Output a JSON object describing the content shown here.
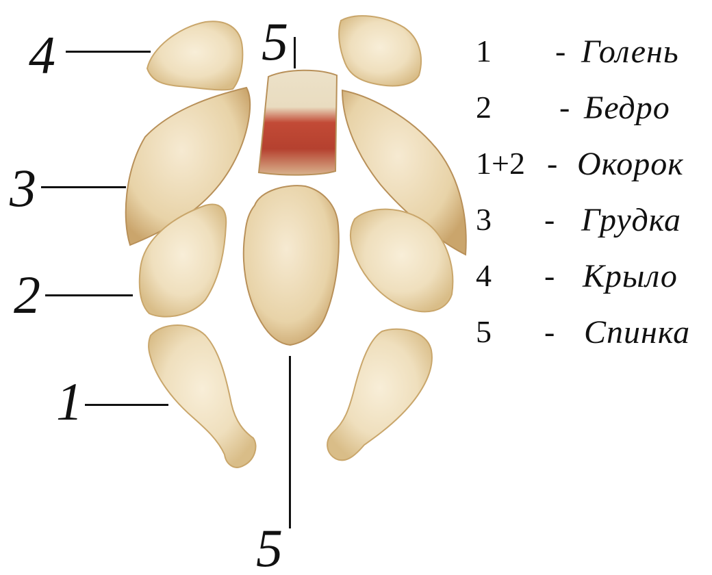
{
  "diagram": {
    "callouts": [
      {
        "id": "c4",
        "label": "4"
      },
      {
        "id": "c5-top",
        "label": "5"
      },
      {
        "id": "c3",
        "label": "3"
      },
      {
        "id": "c2",
        "label": "2"
      },
      {
        "id": "c1",
        "label": "1"
      },
      {
        "id": "c5-bottom",
        "label": "5"
      }
    ],
    "legend": [
      {
        "num": "1",
        "dash": "-",
        "name": "Голень"
      },
      {
        "num": "2",
        "dash": "-",
        "name": "Бедро"
      },
      {
        "num": "1+2",
        "dash": "-",
        "name": "Окорок"
      },
      {
        "num": "3",
        "dash": "-",
        "name": "Грудка"
      },
      {
        "num": "4",
        "dash": "-",
        "name": "Крыло"
      },
      {
        "num": "5",
        "dash": "-",
        "name": "Спинка"
      }
    ],
    "colors": {
      "meat_light": "#f3e6c9",
      "meat_mid": "#e6cf9f",
      "meat_shadow": "#c9a66b",
      "meat_edge": "#b89059",
      "bone_red": "#b8402f",
      "line_color": "#111111"
    }
  }
}
